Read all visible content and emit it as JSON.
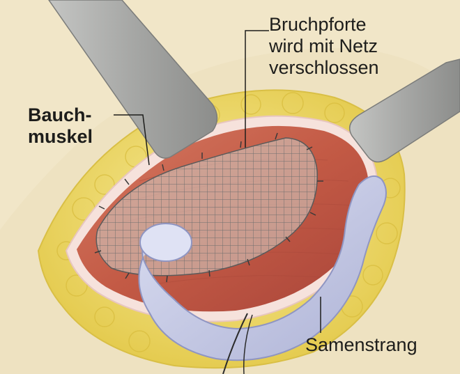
{
  "labels": {
    "hernia_closed_line1": "Bruchpforte",
    "hernia_closed_line2": "wird mit Netz",
    "hernia_closed_line3": "verschlossen",
    "abdominal_muscle_line1": "Bauch-",
    "abdominal_muscle_line2": "muskel",
    "spermatic_cord": "Samenstrang"
  },
  "colors": {
    "background": "#f1e6c8",
    "fat": "#f0dc6a",
    "muscle": "#c25a45",
    "mesh": "#8a8a8a",
    "cord": "#c7cbe6",
    "retractor": "#a9aaa8",
    "leader_line": "#1d1d1b"
  }
}
